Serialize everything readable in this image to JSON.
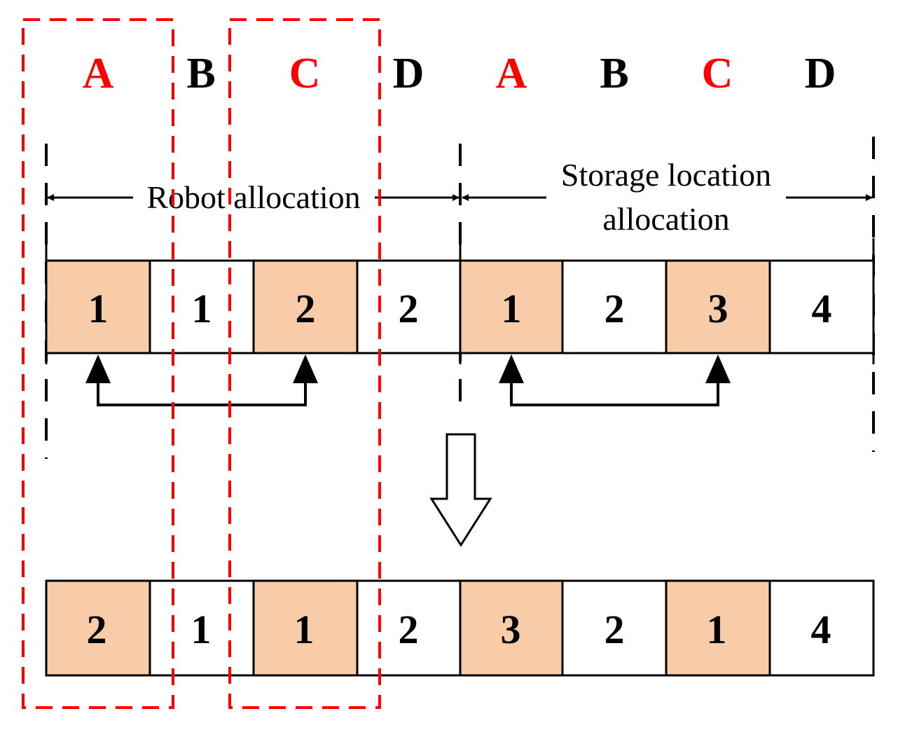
{
  "colors": {
    "highlight_fill": "#f9cca9",
    "plain_fill": "#ffffff",
    "red": "#ff0000",
    "black": "#000000"
  },
  "headers": [
    {
      "text": "A",
      "color": "#ff0000"
    },
    {
      "text": "B",
      "color": "#000000"
    },
    {
      "text": "C",
      "color": "#ff0000"
    },
    {
      "text": "D",
      "color": "#000000"
    },
    {
      "text": "A",
      "color": "#ff0000"
    },
    {
      "text": "B",
      "color": "#000000"
    },
    {
      "text": "C",
      "color": "#ff0000"
    },
    {
      "text": "D",
      "color": "#000000"
    }
  ],
  "labels": {
    "robot": "Robot allocation",
    "storage_line1": "Storage location",
    "storage_line2": "allocation"
  },
  "row_top": [
    {
      "value": "1",
      "highlight": true
    },
    {
      "value": "1",
      "highlight": false
    },
    {
      "value": "2",
      "highlight": true
    },
    {
      "value": "2",
      "highlight": false
    },
    {
      "value": "1",
      "highlight": true
    },
    {
      "value": "2",
      "highlight": false
    },
    {
      "value": "3",
      "highlight": true
    },
    {
      "value": "4",
      "highlight": false
    }
  ],
  "row_bottom": [
    {
      "value": "2",
      "highlight": true
    },
    {
      "value": "1",
      "highlight": false
    },
    {
      "value": "1",
      "highlight": true
    },
    {
      "value": "2",
      "highlight": false
    },
    {
      "value": "3",
      "highlight": true
    },
    {
      "value": "2",
      "highlight": false
    },
    {
      "value": "1",
      "highlight": true
    },
    {
      "value": "4",
      "highlight": false
    }
  ]
}
